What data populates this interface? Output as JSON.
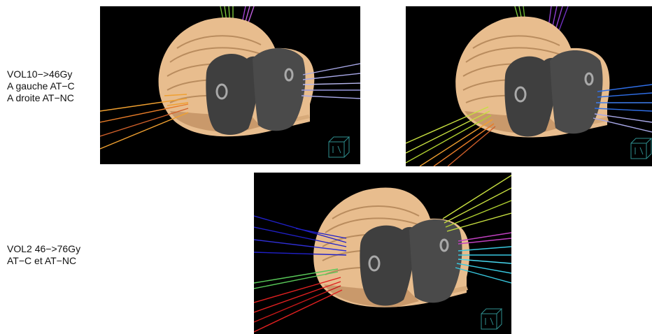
{
  "captions": {
    "vol10": {
      "line1": "VOL10−>46Gy",
      "line2": "A gauche AT−C",
      "line3": "A droite AT−NC"
    },
    "vol2": {
      "line1": "VOL2 46−>76Gy",
      "line2": "AT−C et AT−NC"
    }
  },
  "colors": {
    "background": "#000000",
    "skin": "#e8bd8e",
    "skin_shadow": "#b98c5e",
    "organ": "#3f3f3f",
    "organ_ring": "#a9a9a9",
    "orientation_cube": "#2f8f8f"
  },
  "renders": [
    {
      "name": "vol10-at-c-render",
      "beam_colors": [
        "#f0a030",
        "#e87c28",
        "#d0602a",
        "#7fc63c",
        "#c060e0",
        "#a8a8e8"
      ]
    },
    {
      "name": "vol10-at-nc-render",
      "beam_colors": [
        "#c8e040",
        "#f0a030",
        "#7fc63c",
        "#9040d0",
        "#2f6fe8",
        "#a8a8e8"
      ]
    },
    {
      "name": "vol2-render",
      "beam_colors": [
        "#2020c8",
        "#58c858",
        "#e02020",
        "#c8e040",
        "#c040c0",
        "#38c8e0"
      ]
    }
  ]
}
